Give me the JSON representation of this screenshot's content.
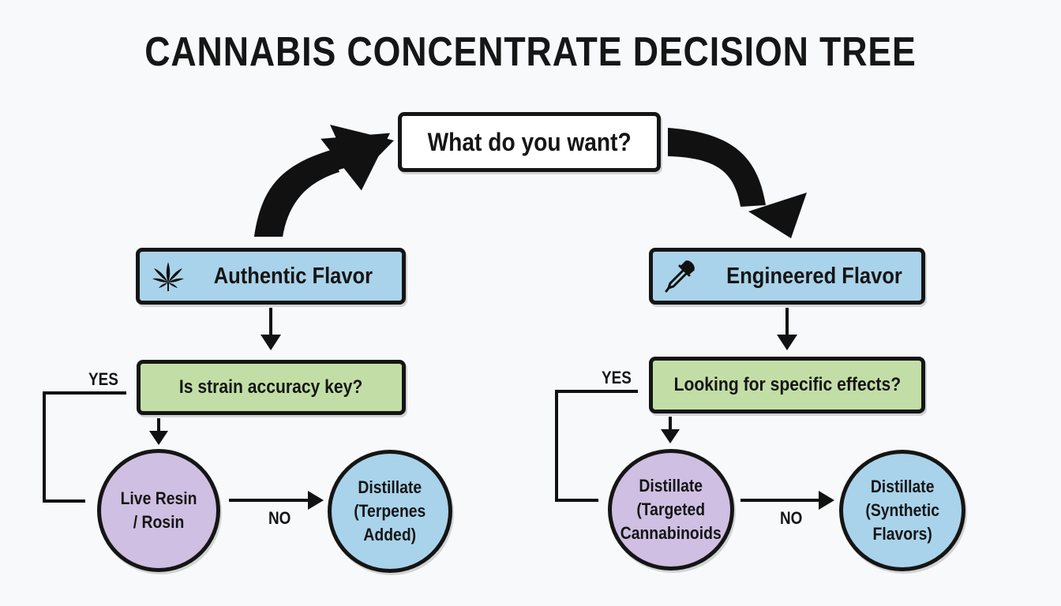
{
  "diagram": {
    "title": "CANNABIS CONCENTRATE DECISION TREE",
    "root_question": "What do you want?",
    "left_branch": {
      "category": "Authentic Flavor",
      "category_icon": "cannabis-leaf-icon",
      "question": "Is strain accuracy key?",
      "yes_label": "YES",
      "no_label": "NO",
      "yes_result": "Live Resin\n/ Rosin",
      "no_result": "Distillate\n(Terpenes\nAdded)"
    },
    "right_branch": {
      "category": "Engineered Flavor",
      "category_icon": "dropper-icon",
      "question": "Looking for specific effects?",
      "yes_label": "YES",
      "no_label": "NO",
      "yes_result": "Distillate\n(Targeted\nCannabinoids",
      "no_result": "Distillate\n(Synthetic\nFlavors)"
    },
    "colors": {
      "category_box": "#a9d3ea",
      "question_box": "#c2dea6",
      "yes_result": "#cfbfe2",
      "no_result": "#a9d3ea",
      "outline": "#151515"
    }
  }
}
